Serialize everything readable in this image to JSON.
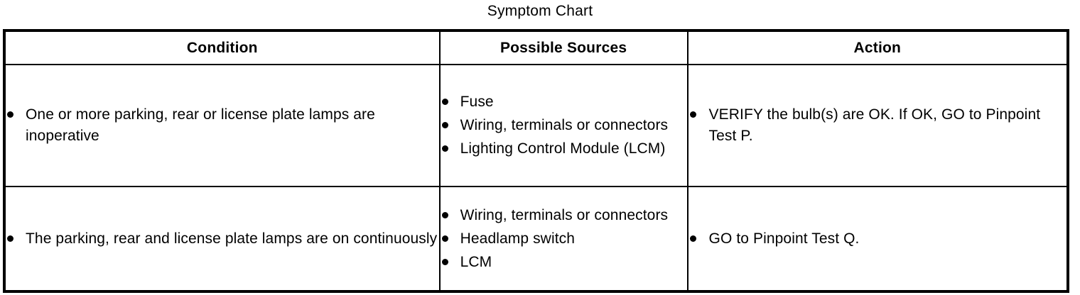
{
  "title": "Symptom Chart",
  "table": {
    "headers": [
      "Condition",
      "Possible Sources",
      "Action"
    ],
    "rows": [
      {
        "condition": [
          "One or more parking, rear or license plate lamps are inoperative"
        ],
        "possible_sources": [
          "Fuse",
          "Wiring, terminals or connectors",
          "Lighting Control Module (LCM)"
        ],
        "action": [
          "VERIFY the bulb(s) are OK. If OK, GO to Pinpoint Test P."
        ]
      },
      {
        "condition": [
          "The parking, rear and license plate lamps are on continuously"
        ],
        "possible_sources": [
          "Wiring, terminals or connectors",
          "Headlamp switch",
          "LCM"
        ],
        "action": [
          "GO to Pinpoint Test Q."
        ]
      }
    ]
  },
  "icons": {
    "bullet": "bullet-dot-icon"
  },
  "colors": {
    "text": "#000000",
    "background": "#ffffff",
    "border": "#000000"
  }
}
